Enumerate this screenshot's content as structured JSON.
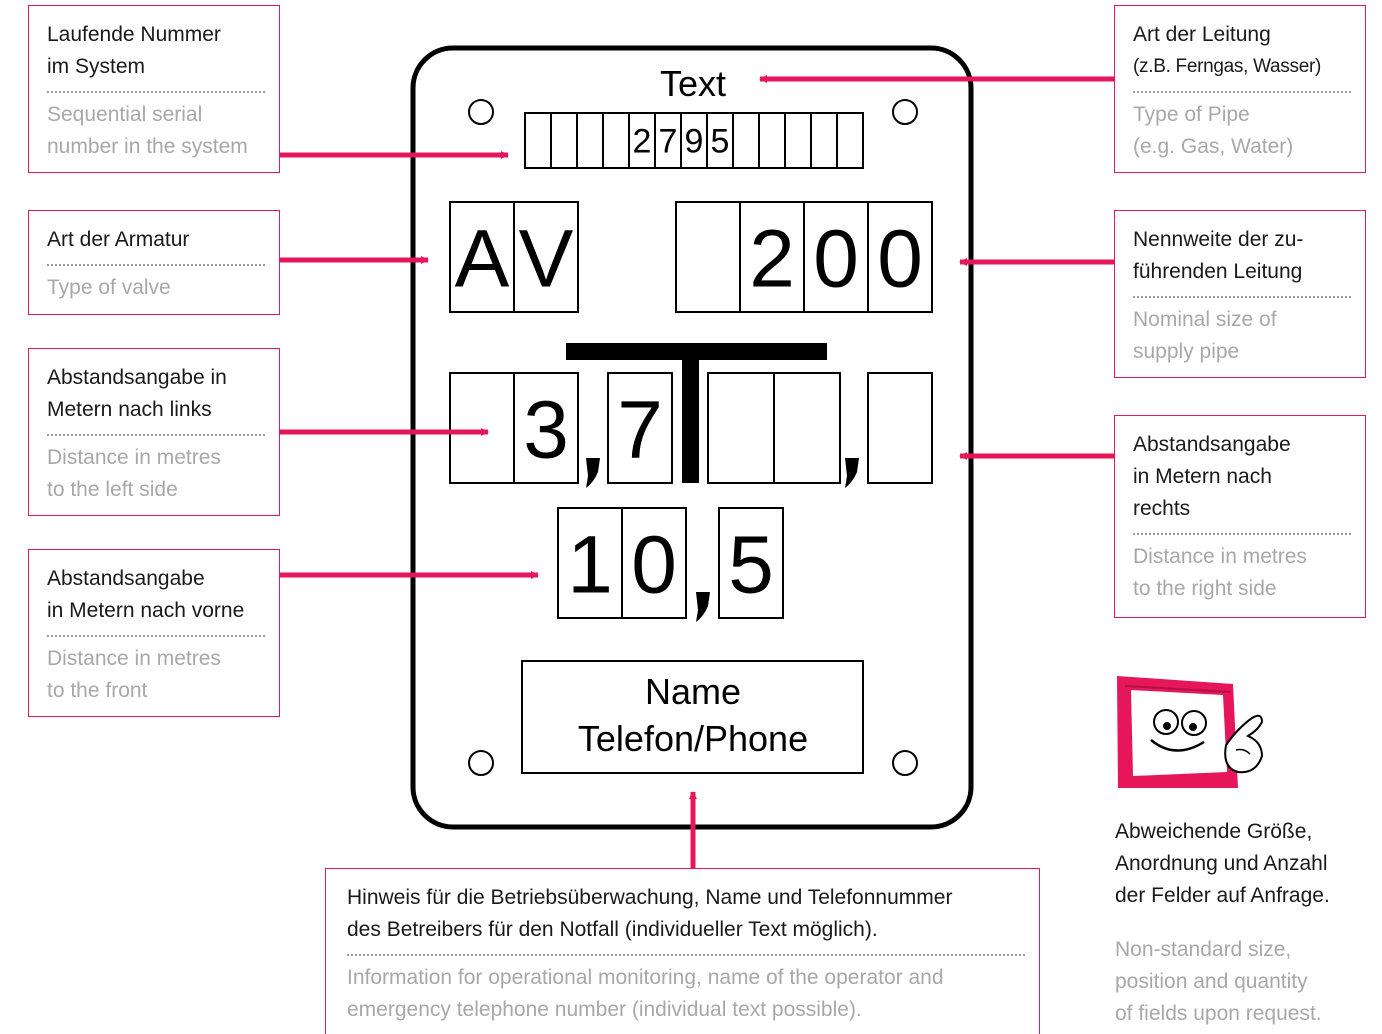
{
  "plate": {
    "text_label": "Text",
    "serial_digits": [
      "",
      "",
      "",
      "",
      "2",
      "7",
      "9",
      "5",
      "",
      "",
      "",
      "",
      ""
    ],
    "valve_chars": [
      "A",
      "V"
    ],
    "size_chars": [
      "",
      "2",
      "0",
      "0"
    ],
    "left_distance": {
      "whole": [
        "",
        "3"
      ],
      "frac": "7"
    },
    "right_distance": {
      "whole": [
        "",
        ""
      ],
      "frac": ""
    },
    "front_distance": {
      "whole": [
        "1",
        "0"
      ],
      "frac": "5"
    },
    "name_line": "Name",
    "phone_line": "Telefon/Phone"
  },
  "callouts": {
    "serial": {
      "de": [
        "Laufende Nummer",
        "im System"
      ],
      "en": [
        "Sequential serial",
        "number in the system"
      ]
    },
    "valve": {
      "de": [
        "Art der Armatur"
      ],
      "en": [
        "Type of valve"
      ]
    },
    "left": {
      "de": [
        "Abstandsangabe in",
        "Metern nach links"
      ],
      "en": [
        "Distance in metres",
        "to the left side"
      ]
    },
    "front": {
      "de": [
        "Abstandsangabe",
        "in Metern nach vorne"
      ],
      "en": [
        "Distance in metres",
        "to the front"
      ]
    },
    "pipe_type": {
      "de": [
        "Art der Leitung",
        "(z.B. Ferngas, Wasser)"
      ],
      "en": [
        "Type of Pipe",
        "(e.g. Gas, Water)"
      ]
    },
    "nominal": {
      "de": [
        "Nennweite der zu-",
        "führenden Leitung"
      ],
      "en": [
        "Nominal size of",
        "supply pipe"
      ]
    },
    "right": {
      "de": [
        "Abstandsangabe",
        "in Metern nach",
        "rechts"
      ],
      "en": [
        "Distance in metres",
        "to the right side"
      ]
    },
    "info": {
      "de": [
        "Hinweis für die Betriebsüberwachung, Name und Telefonnummer",
        "des Betreibers für den Notfall (individueller Text möglich)."
      ],
      "en": [
        "Information for operational monitoring, name of the operator and",
        "emergency telephone number (individual text possible)."
      ]
    }
  },
  "note": {
    "de": [
      "Abweichende Größe,",
      "Anordnung und Anzahl",
      "der Felder auf Anfrage."
    ],
    "en": [
      "Non-standard size,",
      "position and quantity",
      "of fields upon request."
    ]
  },
  "colors": {
    "accent": "#e5175a",
    "outline": "#000000",
    "muted_text": "#a8a8a8"
  },
  "icons": [
    "mascot-icon",
    "mounting-hole-icon",
    "arrow-icon"
  ]
}
